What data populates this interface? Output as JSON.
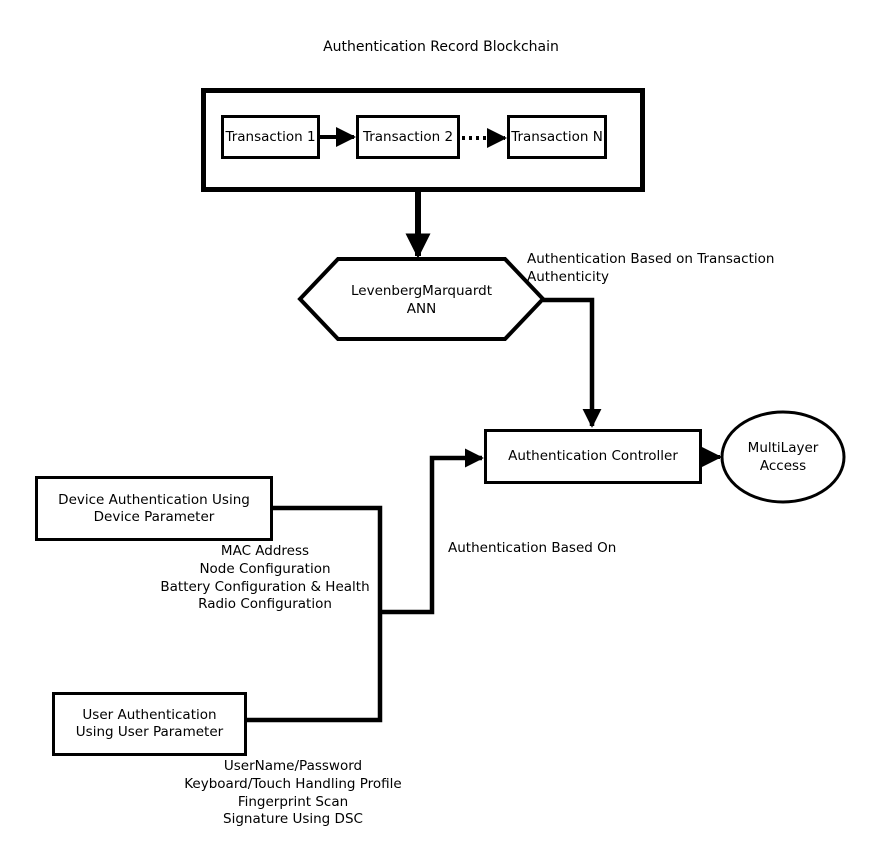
{
  "diagram": {
    "title": "Authentication Record Blockchain",
    "background_color": "#ffffff",
    "stroke_color": "#000000",
    "blockchain": {
      "transactions": [
        {
          "label": "Transaction 1"
        },
        {
          "label": "Transaction 2"
        },
        {
          "label": "Transaction N"
        }
      ],
      "chain_link_1_to_2": "solid-arrow",
      "chain_link_2_to_n": "dotted-arrow"
    },
    "ann": {
      "label": "LevenbergMarquardt\nANN",
      "shape": "hexagon"
    },
    "ann_edge_label": "Authentication Based on Transaction\nAuthenticity",
    "controller": {
      "label": "Authentication Controller",
      "shape": "rectangle"
    },
    "access": {
      "label": "MultiLayer\nAccess",
      "shape": "ellipse"
    },
    "device_auth": {
      "label": "Device Authentication Using\nDevice Parameter",
      "parameters": "MAC Address\nNode Configuration\nBattery Configuration & Health\nRadio Configuration"
    },
    "user_auth": {
      "label": "User Authentication\nUsing User Parameter",
      "parameters": "UserName/Password\nKeyboard/Touch Handling Profile\nFingerprint Scan\nSignature Using DSC"
    },
    "merge_edge_label": "Authentication Based On"
  }
}
